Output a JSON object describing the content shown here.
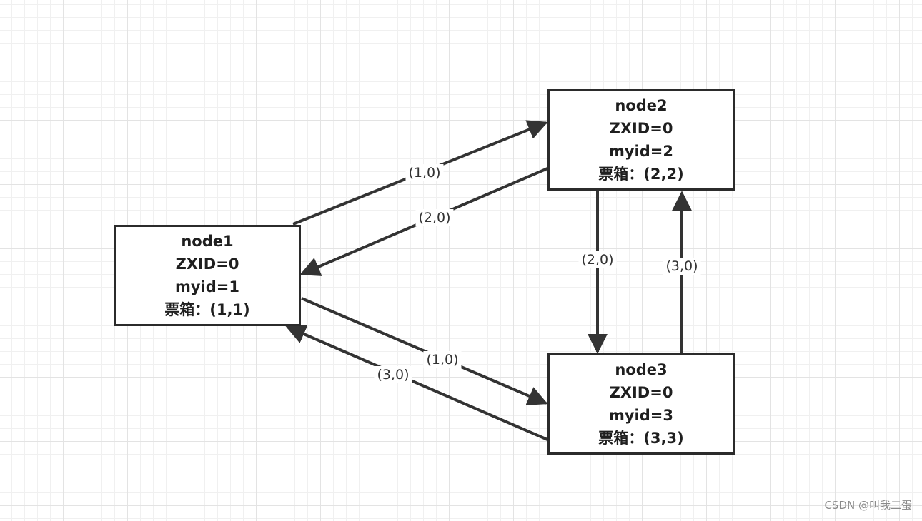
{
  "nodes": [
    {
      "name": "node1",
      "zxid": "ZXID=0",
      "myid": "myid=1",
      "ballot": "票箱：(1,1)"
    },
    {
      "name": "node2",
      "zxid": "ZXID=0",
      "myid": "myid=2",
      "ballot": "票箱：(2,2)"
    },
    {
      "name": "node3",
      "zxid": "ZXID=0",
      "myid": "myid=3",
      "ballot": "票箱：(3,3)"
    }
  ],
  "edges": [
    {
      "from": "node1",
      "to": "node2",
      "label": "(1,0)"
    },
    {
      "from": "node2",
      "to": "node1",
      "label": "(2,0)"
    },
    {
      "from": "node1",
      "to": "node3",
      "label": "(1,0)"
    },
    {
      "from": "node3",
      "to": "node1",
      "label": "(3,0)"
    },
    {
      "from": "node2",
      "to": "node3",
      "label": "(2,0)"
    },
    {
      "from": "node3",
      "to": "node2",
      "label": "(3,0)"
    }
  ],
  "colors": {
    "line": "#333333",
    "box_border": "#2b2b2b"
  },
  "watermark": "CSDN @叫我二蛋"
}
